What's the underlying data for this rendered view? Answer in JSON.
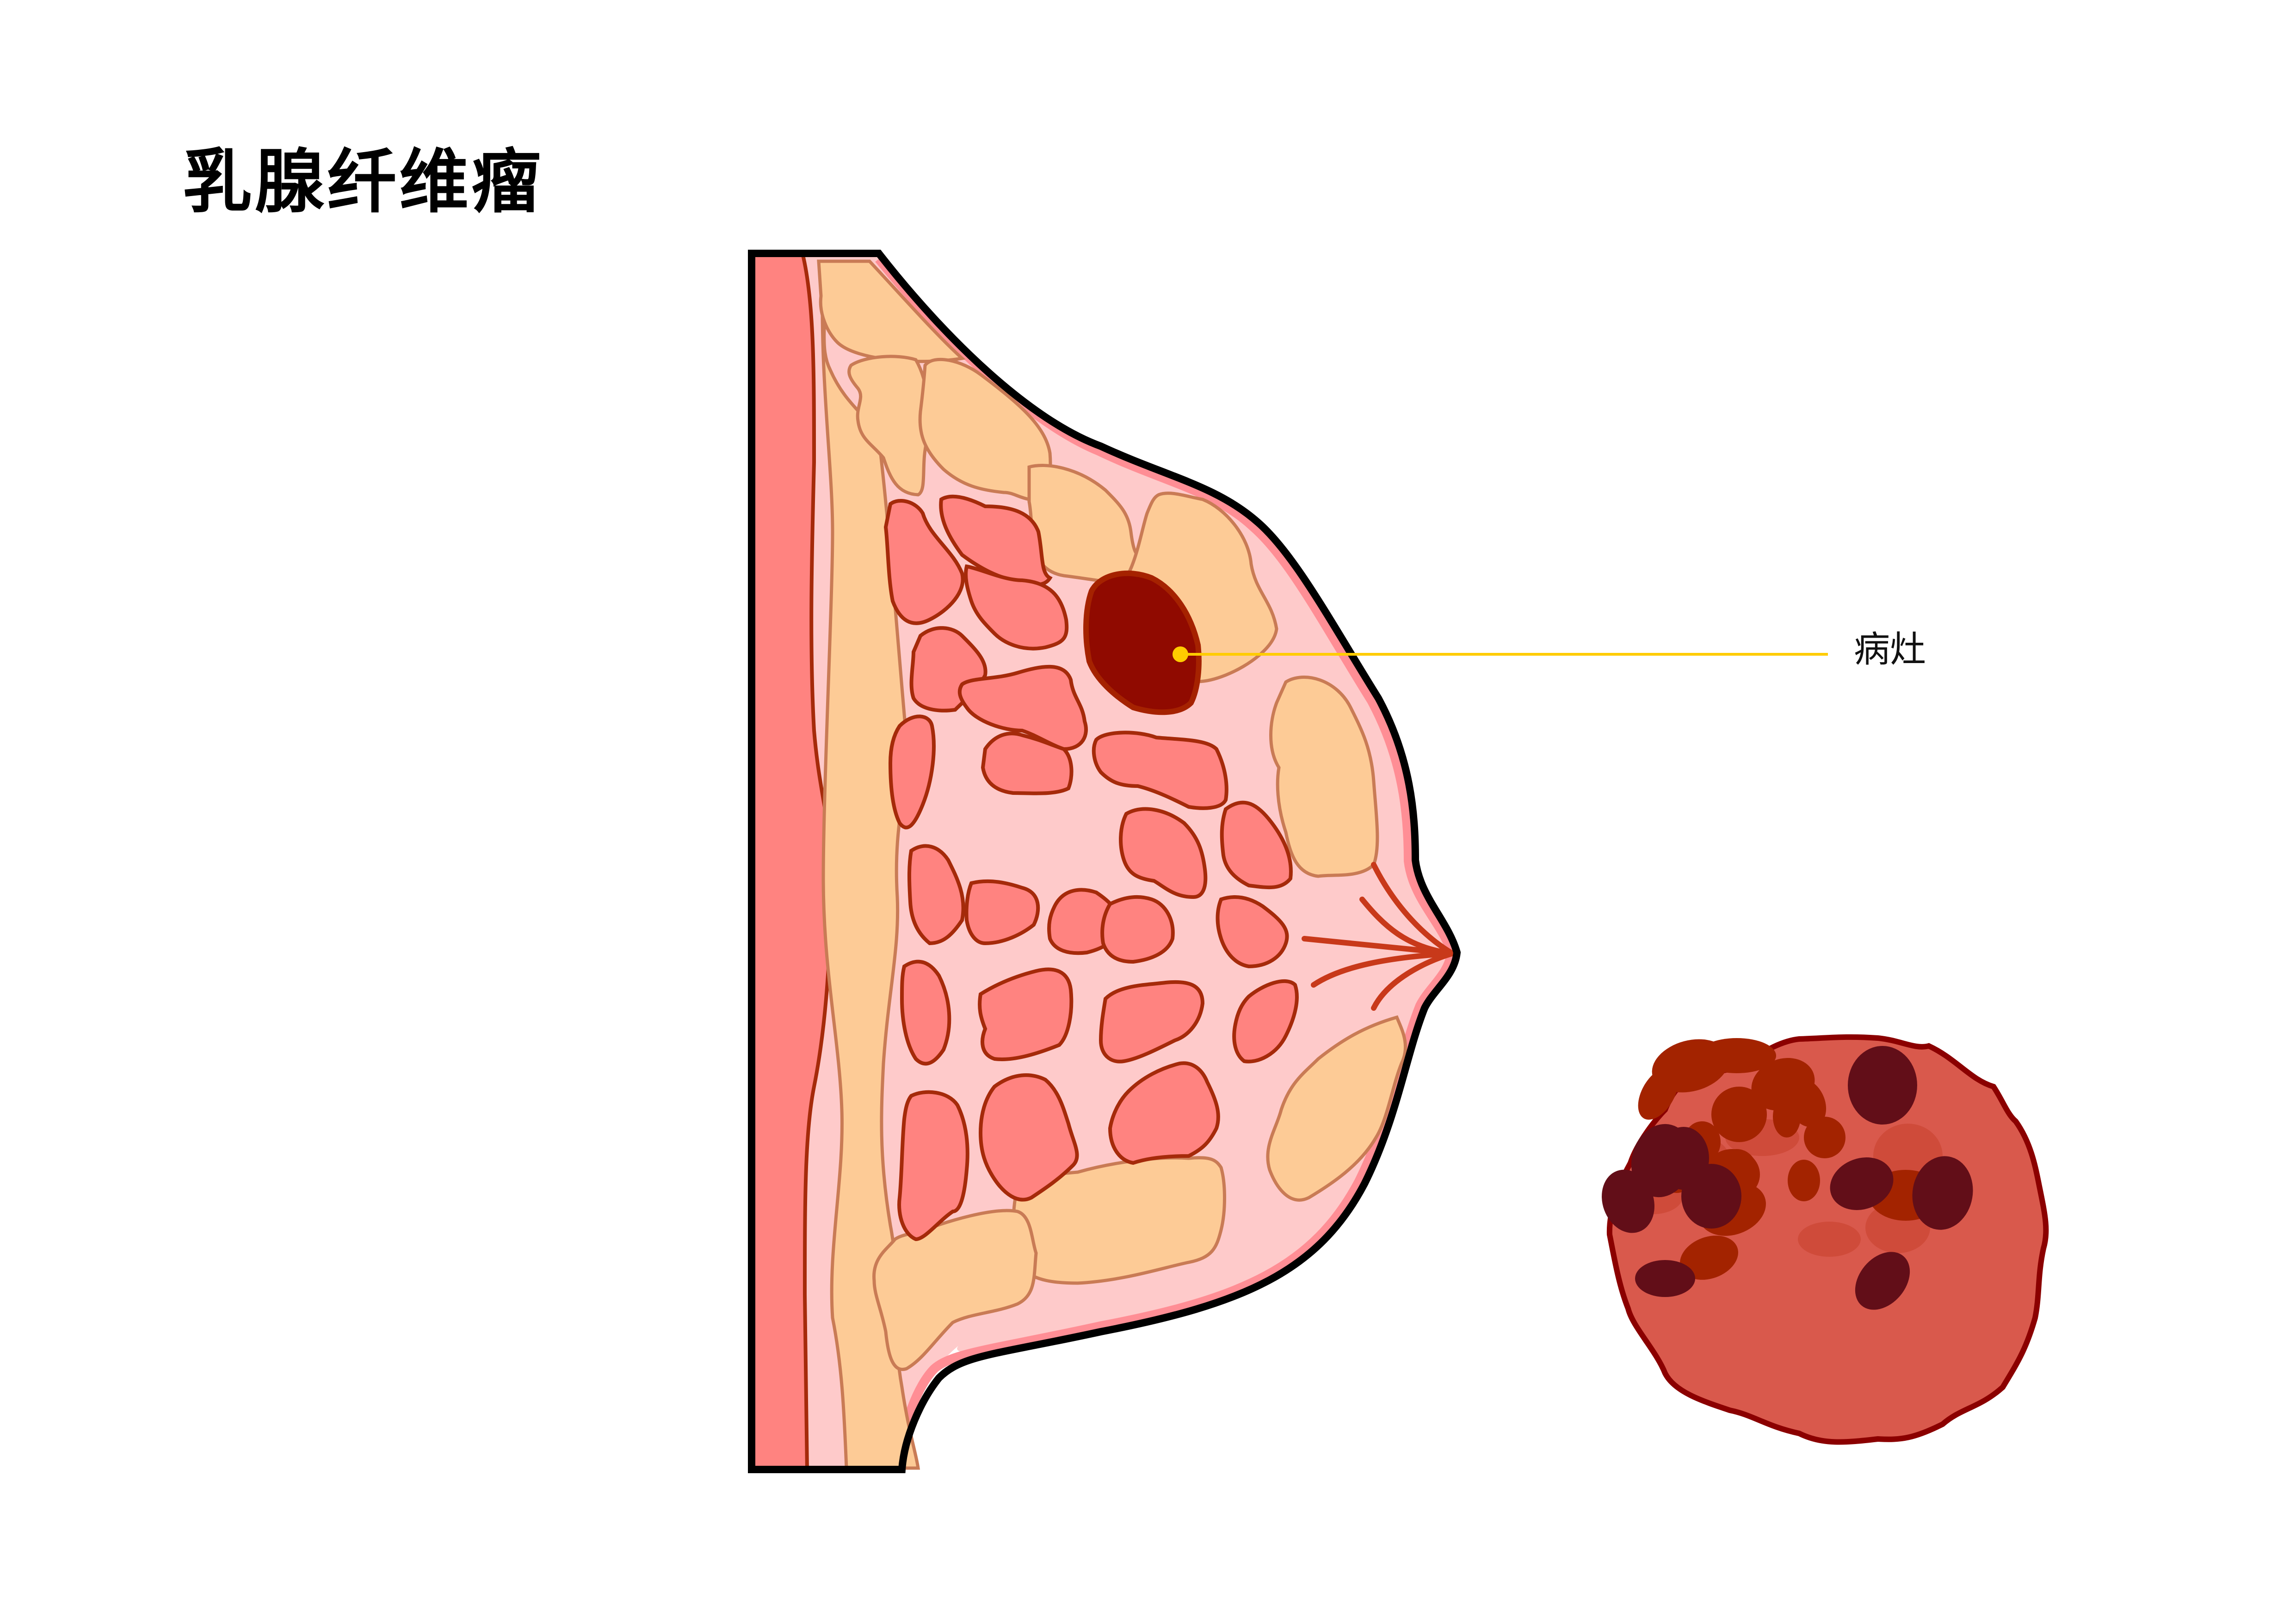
{
  "title": "乳腺纤维瘤",
  "annotations": [
    {
      "label": "病灶",
      "target": "lesion",
      "leader_color": "#FFCC00"
    }
  ],
  "colors": {
    "background": "#FFFFFF",
    "outline": "#000000",
    "muscle": "#FF8380",
    "fat_lobule": "#FDCB96",
    "fat_stroke": "#C97B55",
    "connective_tissue": "#FECACA",
    "skin_layer": "#FF8E95",
    "gland_lobule": "#FF8380",
    "gland_stroke": "#A52A0A",
    "lesion_fill": "#900A00",
    "lesion_stroke": "#A52200",
    "ducts": "#C8391A",
    "leader_line": "#FFCC00",
    "tumor_fill": "#D9594C",
    "tumor_stroke": "#8B0000",
    "tumor_cell_medium": "#A32300",
    "tumor_cell_dark": "#620E18",
    "tumor_cell_light": "#CF4B3A"
  },
  "figures": [
    {
      "name": "breast-cross-section",
      "description": "Sagittal cross-section of breast showing chest wall muscle, fat lobules, glandular lobules, lactiferous ducts to nipple, and a dark-red lesion"
    },
    {
      "name": "fibroadenoma-detail",
      "description": "Enlarged view of the fibroadenoma mass with irregular nodular cells"
    }
  ]
}
